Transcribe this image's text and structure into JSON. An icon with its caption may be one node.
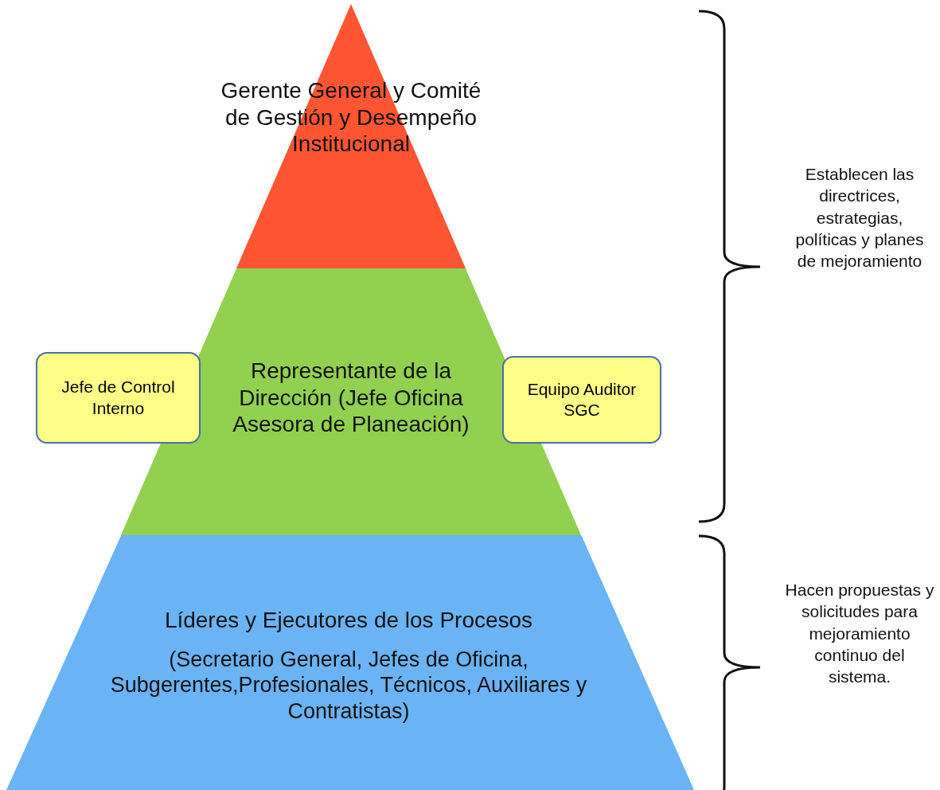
{
  "diagram": {
    "nodes": [
      {
        "text": [
          "Gerente General y Comité de Gestión y Desempeño Institucional"
        ]
      },
      {
        "text": [
          "Jefe de Control Interno"
        ]
      },
      {
        "text": [
          "Representante de la Dirección (Jefe Oficina Asesora de Planeación)"
        ]
      },
      {
        "text": [
          "Equipo Auditor SGC"
        ]
      },
      {
        "text": [
          "Líderes y Ejecutores de los Procesos",
          "(Secretario General, Jefes de Oficina, Subgerentes,Profesionales, Técnicos, Auxiliares y Contratistas)"
        ]
      }
    ],
    "labels": [
      "Establecen las directrices, estrategias, políticas y planes de mejoramiento",
      "Hacen propuestas y solicitudes para mejoramiento continuo del sistema."
    ]
  }
}
